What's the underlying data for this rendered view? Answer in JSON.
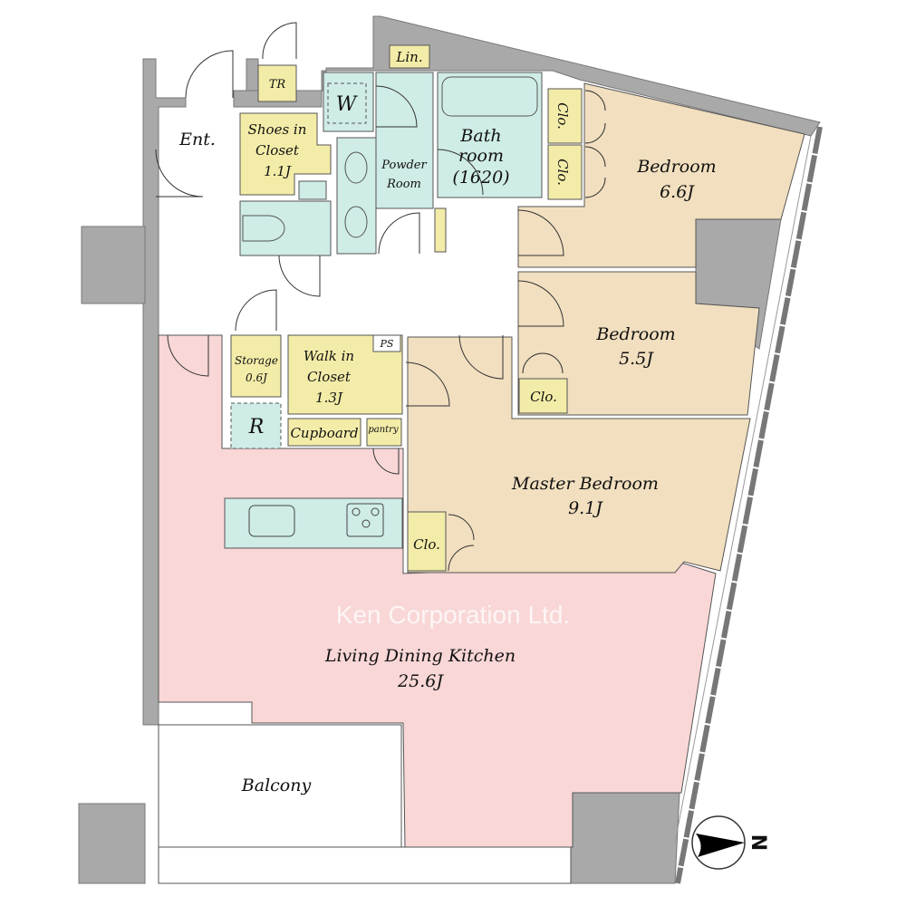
{
  "rooms": {
    "entrance": "Ent.",
    "tr": "TR",
    "linen": "Lin.",
    "washer": "W",
    "shoes_closet": [
      "Shoes in",
      "Closet",
      "1.1J"
    ],
    "powder_room": [
      "Powder",
      "Room"
    ],
    "bathroom": [
      "Bath",
      "room",
      "(1620)"
    ],
    "closet": "Clo.",
    "bedroom1": [
      "Bedroom",
      "6.6J"
    ],
    "bedroom2": [
      "Bedroom",
      "5.5J"
    ],
    "master_bedroom": [
      "Master Bedroom",
      "9.1J"
    ],
    "storage": [
      "Storage",
      "0.6J"
    ],
    "walk_in_closet": [
      "Walk in",
      "Closet",
      "1.3J"
    ],
    "ps": "PS",
    "refrigerator": "R",
    "cupboard": "Cupboard",
    "pantry": "pantry",
    "ldk": [
      "Living Dining Kitchen",
      "25.6J"
    ],
    "balcony": "Balcony"
  },
  "watermark": "Ken Corporation Ltd.",
  "compass": "N",
  "colors": {
    "ldk": "#f9d7d7",
    "bedroom": "#f1dfbf",
    "storage": "#f3eca8",
    "wet": "#cfece7",
    "wall": "#a9a9a9"
  }
}
